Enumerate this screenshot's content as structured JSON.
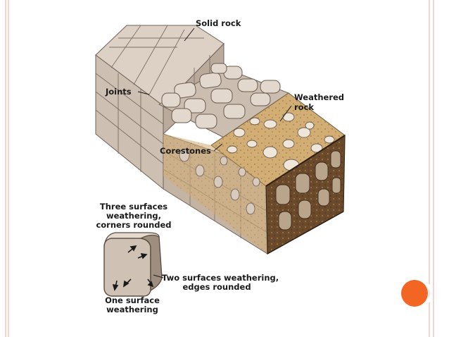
{
  "labels": {
    "solid_rock": "Solid rock",
    "joints": "Joints",
    "weathered_line1": "Weathered",
    "weathered_line2": "rock",
    "corestones": "Corestones",
    "three_line1": "Three surfaces",
    "three_line2": "weathering,",
    "three_line3": "corners rounded",
    "two_line1": "Two surfaces weathering,",
    "two_line2": "edges rounded",
    "one_line1": "One surface",
    "one_line2": "weathering"
  },
  "colors": {
    "frame_pink": "#f2b8b0",
    "accent_orange": "#f26522",
    "rock_light": "#cfc1b4",
    "rock_shadow": "#8f7f71",
    "soil": "#c9a46a",
    "soil_dark": "#5b3d22"
  }
}
